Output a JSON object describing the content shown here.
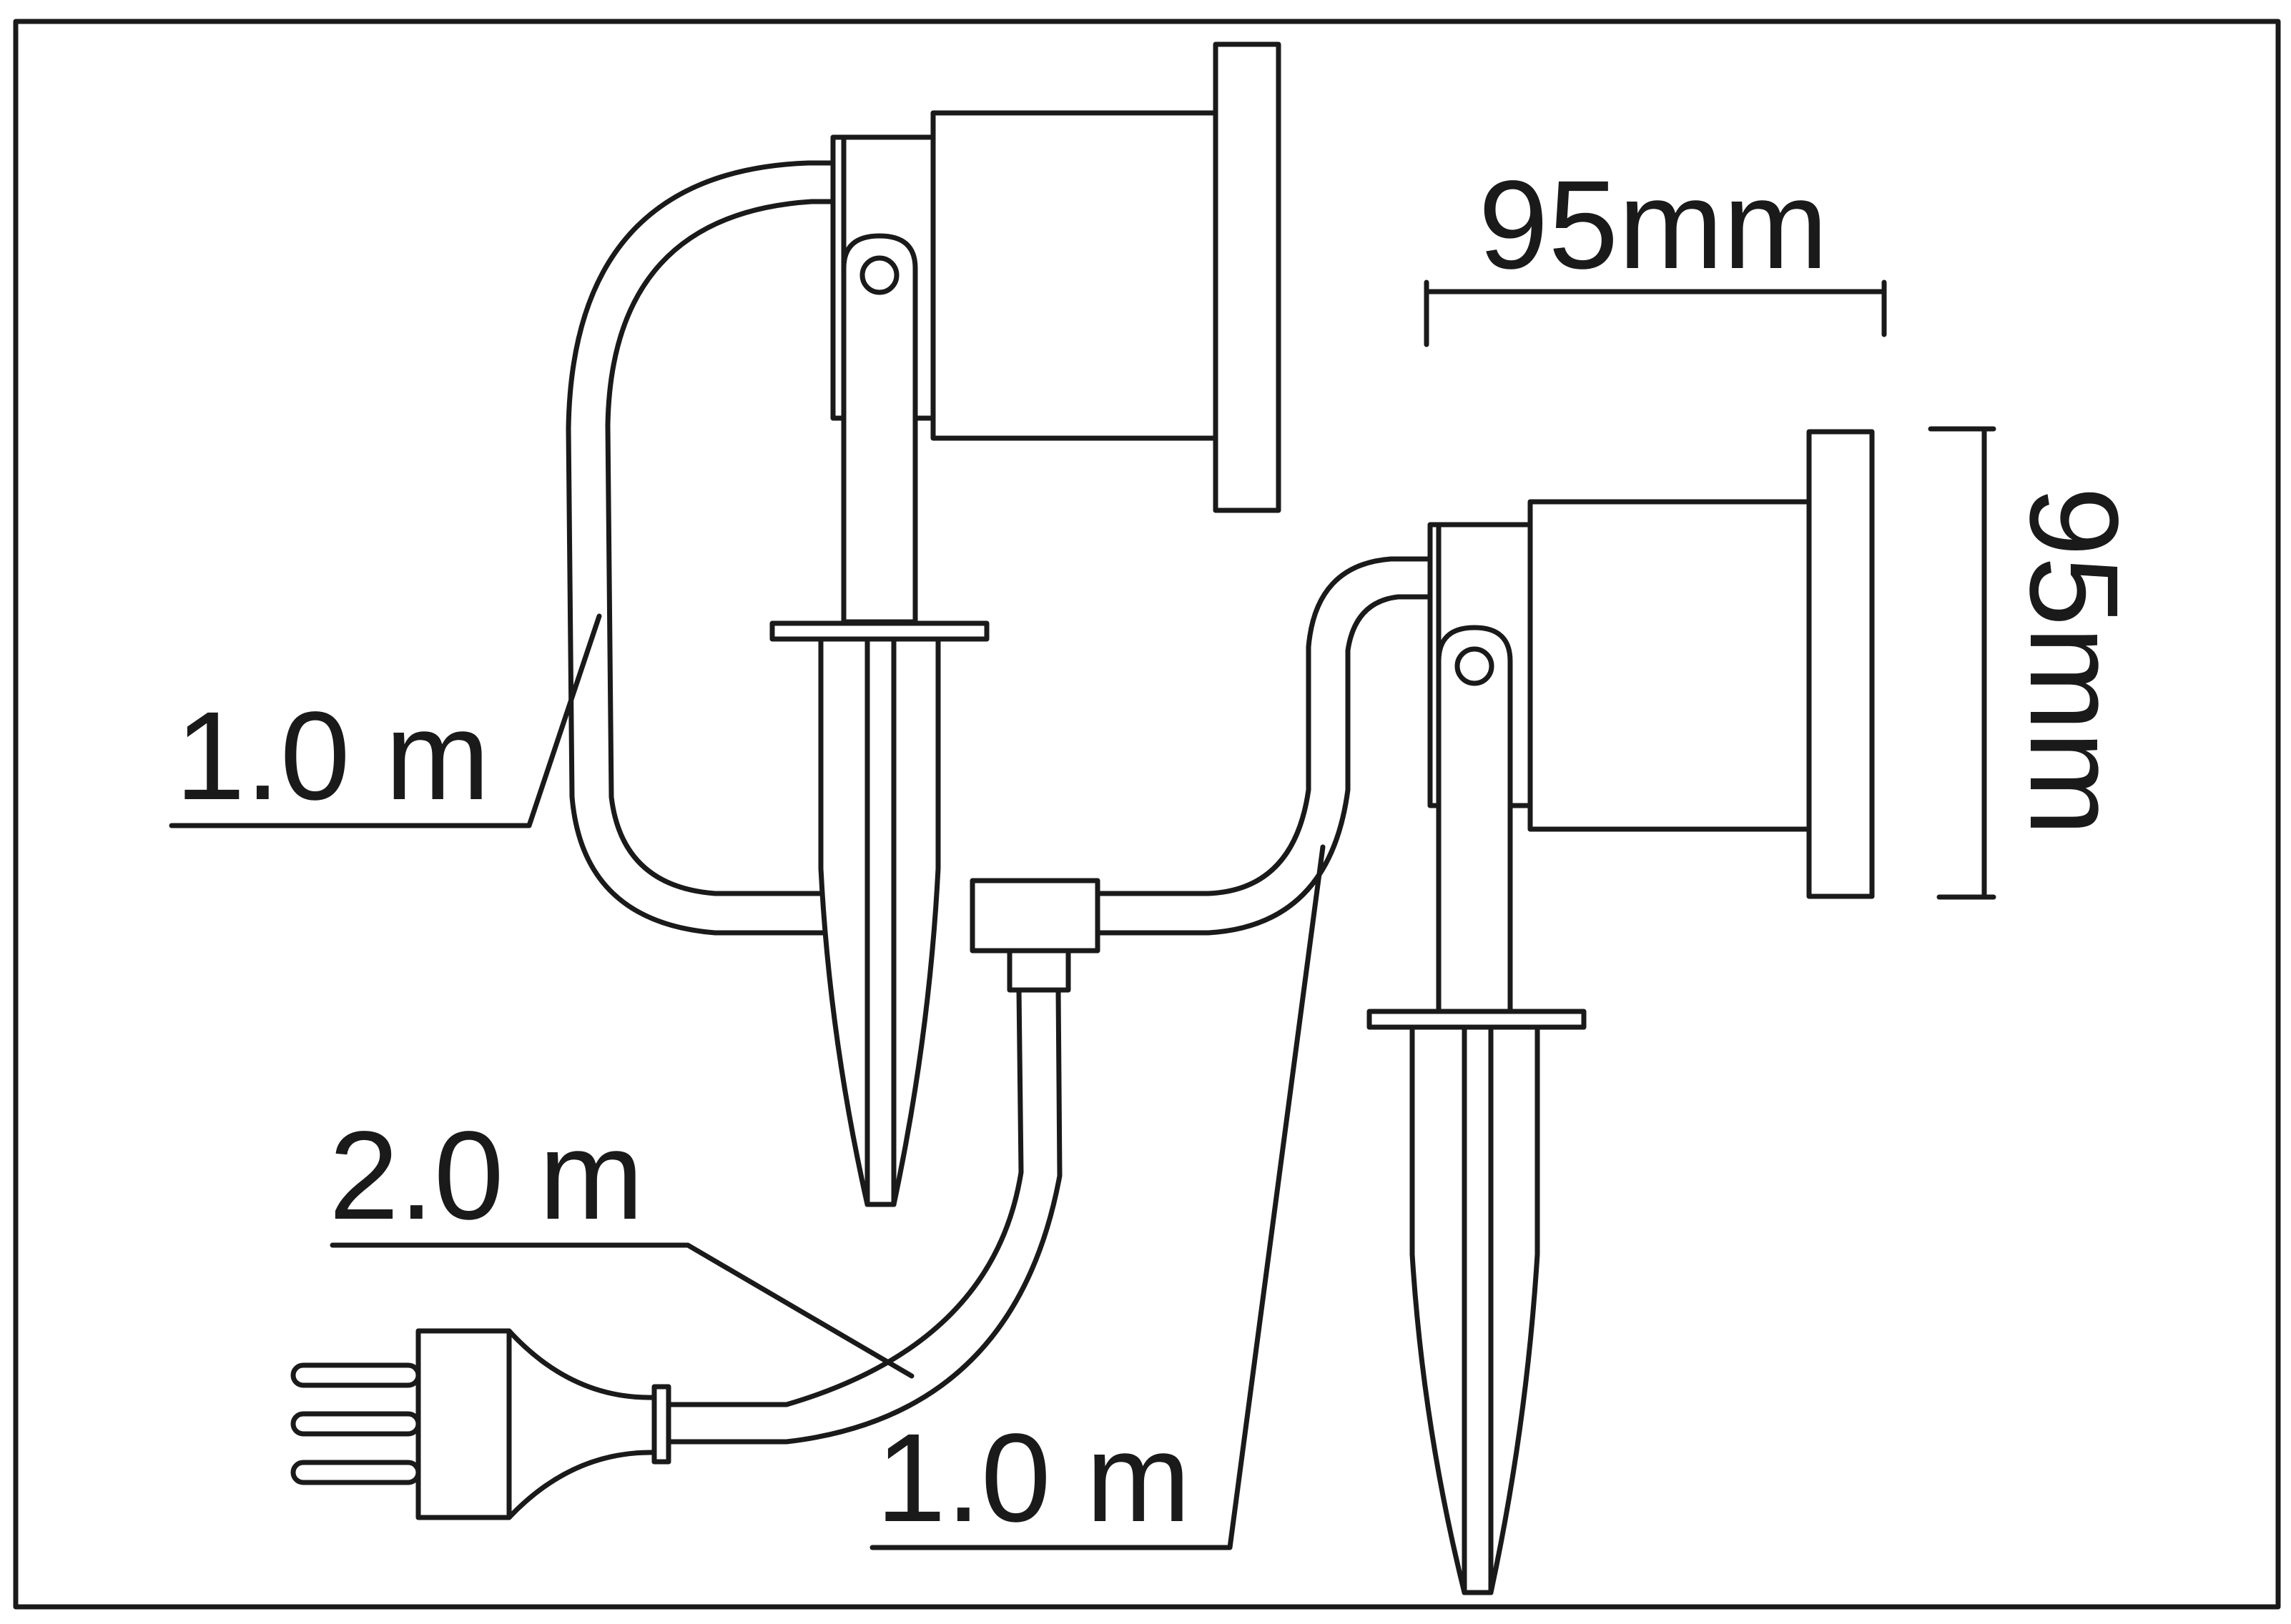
{
  "labels": {
    "width_dim": "95mm",
    "height_dim": "95mm",
    "cable_upper_left": "1.0 m",
    "cable_main": "2.0 m",
    "cable_lower": "1.0 m"
  },
  "colors": {
    "line": "#1a1a1a",
    "background": "#ffffff"
  }
}
